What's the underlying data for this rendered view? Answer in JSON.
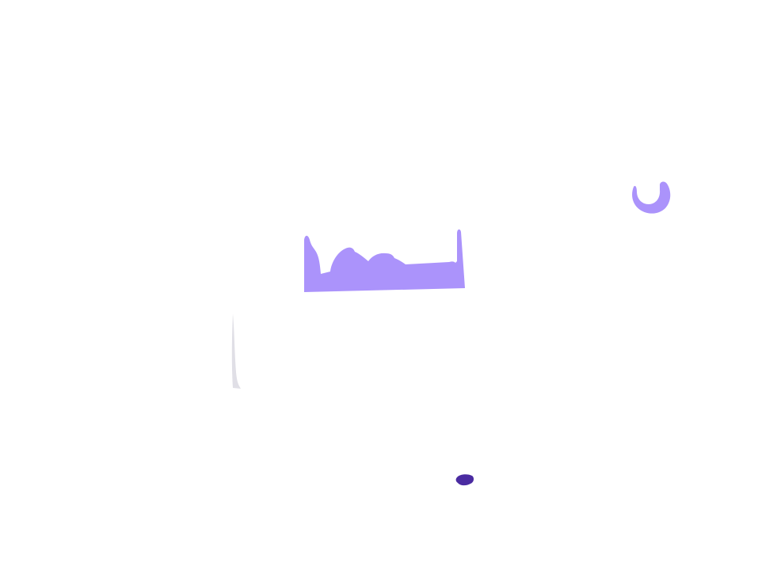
{
  "colors": {
    "background": "#ffffff",
    "lavender": "#ab93fb",
    "deep_purple": "#4a2ba1",
    "light_gray": "#e0dfe6"
  },
  "shapes": [
    {
      "name": "lavender-hook-shape",
      "color_key": "lavender"
    },
    {
      "name": "lavender-skyline-shape",
      "color_key": "lavender"
    },
    {
      "name": "gray-sliver-shape",
      "color_key": "light_gray"
    },
    {
      "name": "purple-dot-shape",
      "color_key": "deep_purple"
    }
  ]
}
